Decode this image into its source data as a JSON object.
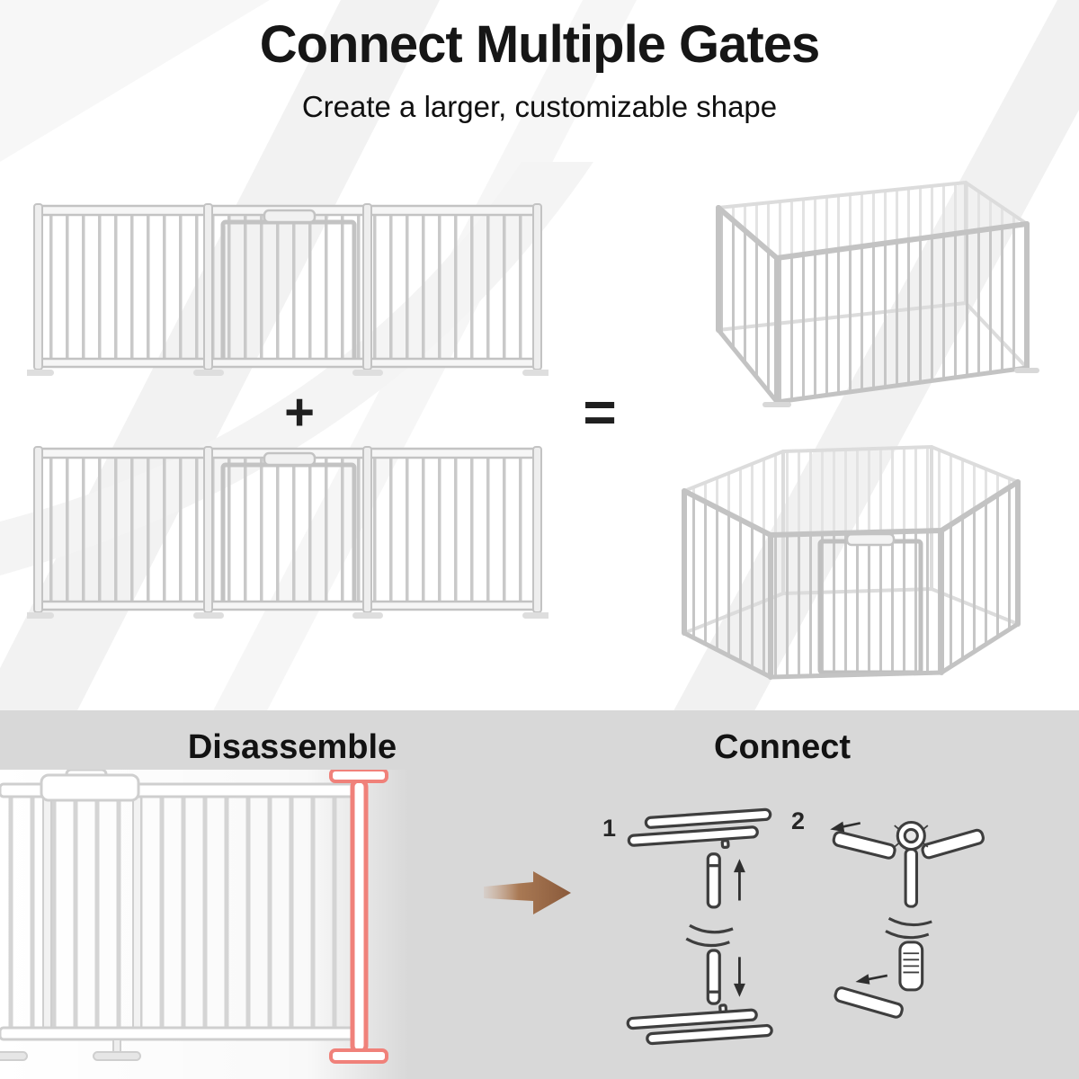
{
  "header": {
    "title": "Connect Multiple Gates",
    "subtitle": "Create a larger, customizable shape"
  },
  "composition": {
    "plus": "+",
    "equals": "="
  },
  "sections": {
    "disassemble": {
      "label": "Disassemble"
    },
    "connect": {
      "label": "Connect",
      "step1_number": "1",
      "step2_number": "2"
    }
  },
  "illustrations": {
    "flat_gate": "three-panel-flat-gate",
    "rect_pen": "rectangular-playpen",
    "hex_pen": "hexagonal-playpen",
    "disassemble_gate": "gate-with-highlighted-removable-post",
    "arrow": "transform-arrow",
    "step1": "rail-insertion-detail",
    "step2": "hinge-connector-detail"
  },
  "colors": {
    "highlight_red": "#f0817a",
    "arrow_brown": "#a97954",
    "bottom_bg": "#d8d8d8",
    "detail_line": "#3e3e3e",
    "title_text": "#161616"
  }
}
